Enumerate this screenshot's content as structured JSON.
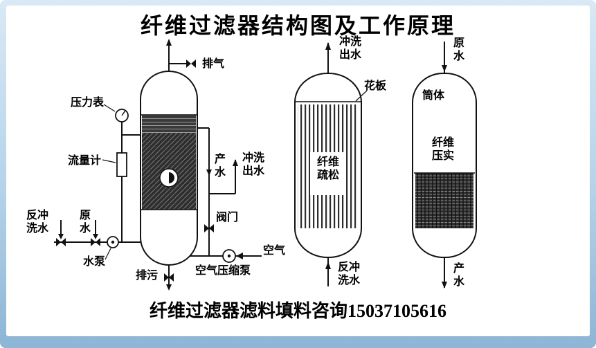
{
  "title": "纤维过滤器结构图及工作原理",
  "footer": "纤维过滤器滤料填料咨询15037105616",
  "left_vessel": {
    "exhaust": "排气",
    "pressure_gauge": "压力表",
    "flow_meter": "流量计",
    "backwash_inlet": "反冲\n洗水",
    "raw_water_inlet": "原\n水",
    "pump": "水泵",
    "drain": "排污",
    "product_water": "产\n水",
    "flush_outlet": "冲洗\n出水",
    "valve": "阀门",
    "air": "空气",
    "air_compressor": "空气压缩泵"
  },
  "middle_vessel": {
    "flush_outlet": "冲洗\n出水",
    "plate": "花板",
    "fiber_state": "纤维\n疏松",
    "backwash_inlet": "反冲\n洗水"
  },
  "right_vessel": {
    "raw_water": "原\n水",
    "shell": "筒体",
    "fiber_state": "纤维\n压实",
    "product_water": "产\n水"
  },
  "colors": {
    "frame_blue": "#b4d2ea",
    "line_black": "#111111"
  }
}
